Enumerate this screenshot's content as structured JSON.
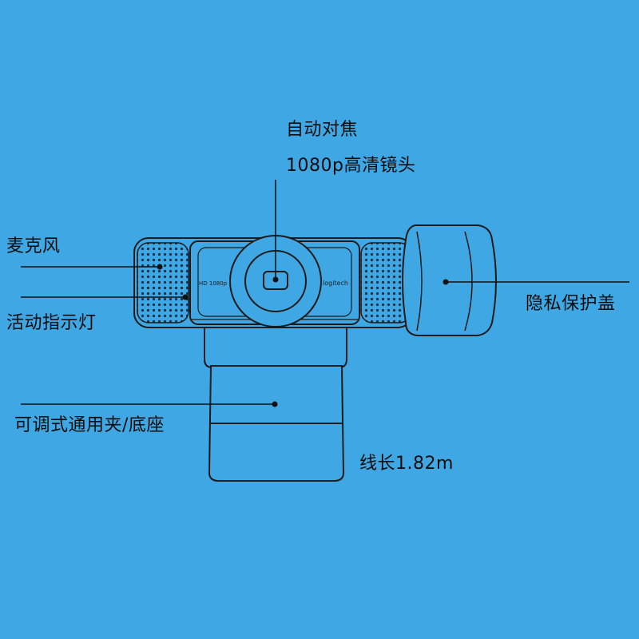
{
  "labels": {
    "autofocus": "自动对焦",
    "lens": "1080p高清镜头",
    "microphone": "麦克风",
    "activity_light": "活动指示灯",
    "privacy_cover": "隐私保护盖",
    "clip_base": "可调式通用夹/底座",
    "cable_length": "线长1.82m"
  },
  "device": {
    "model_text": "HD 1080p",
    "brand_text": "logitech"
  },
  "colors": {
    "background": "#3fa8e4",
    "line": "#111111"
  }
}
